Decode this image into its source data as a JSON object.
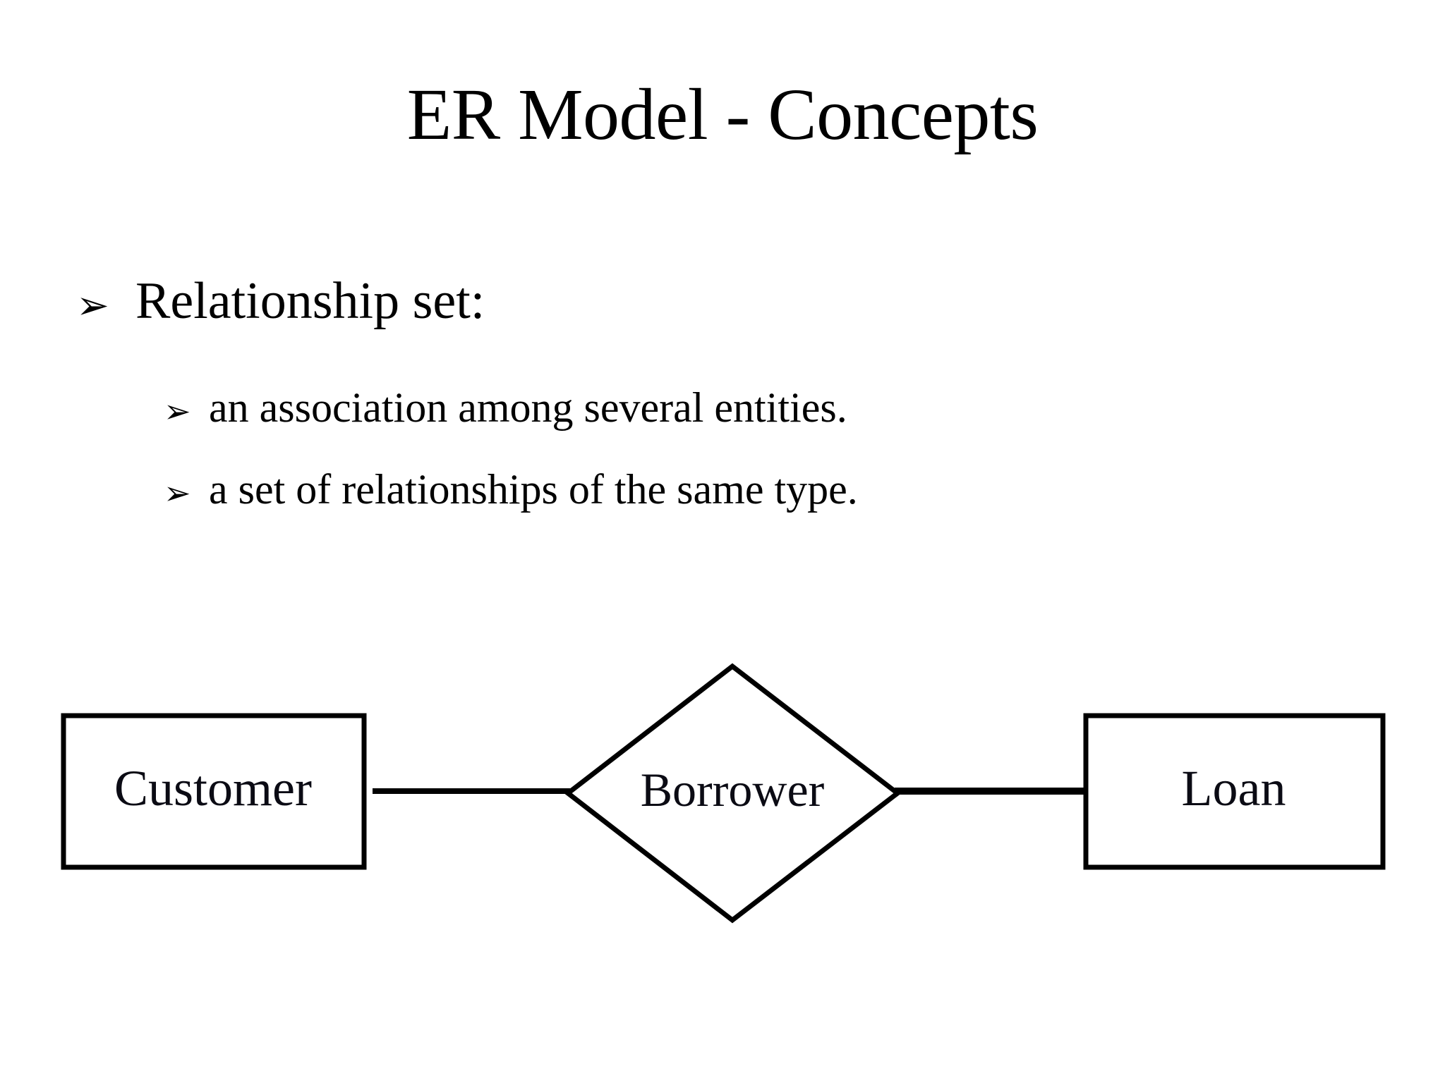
{
  "slide": {
    "title": "ER Model - Concepts",
    "background_color": "#ffffff",
    "text_color": "#000000"
  },
  "bullets": [
    {
      "level": 1,
      "marker": "➢",
      "marker_name": "arrowhead-bullet-icon",
      "text": "Relationship set:"
    },
    {
      "level": 2,
      "marker": "➢",
      "marker_name": "arrowhead-bullet-icon",
      "text": "an association among several entities."
    },
    {
      "level": 2,
      "marker": "➢",
      "marker_name": "arrowhead-bullet-icon",
      "text": "a set of relationships of the same type."
    }
  ],
  "er_diagram": {
    "type": "entity-relationship",
    "stroke_color": "#000000",
    "fill_color": "#ffffff",
    "entities": [
      {
        "id": "customer",
        "shape": "rectangle",
        "label": "Customer"
      },
      {
        "id": "loan",
        "shape": "rectangle",
        "label": "Loan"
      }
    ],
    "relationships": [
      {
        "id": "borrower",
        "shape": "diamond",
        "label": "Borrower"
      }
    ],
    "connections": [
      {
        "from": "customer",
        "to": "borrower"
      },
      {
        "from": "borrower",
        "to": "loan"
      }
    ]
  }
}
